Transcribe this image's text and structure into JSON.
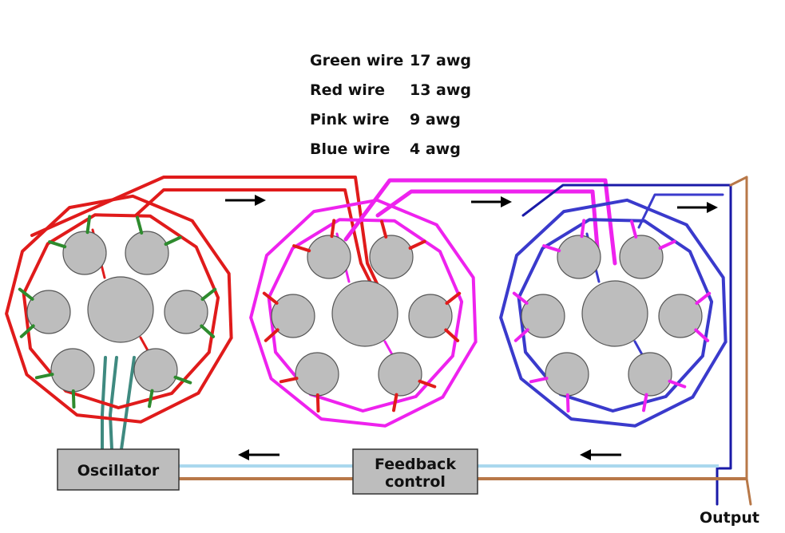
{
  "legend": [
    {
      "wire": "Green wire",
      "gauge": "17 awg",
      "color": "#2e8b2e"
    },
    {
      "wire": "Red wire",
      "gauge": "13 awg",
      "color": "#e01b1b"
    },
    {
      "wire": "Pink wire",
      "gauge": "9 awg",
      "color": "#ee22ee"
    },
    {
      "wire": "Blue wire",
      "gauge": "4 awg",
      "color": "#3a3acc"
    }
  ],
  "blocks": {
    "oscillator": "Oscillator",
    "feedback_line1": "Feedback",
    "feedback_line2": "control",
    "output": "Output"
  },
  "colors": {
    "green": "#2e8b2e",
    "red": "#e01b1b",
    "pink": "#ee22ee",
    "blue": "#3a3acc",
    "navy": "#1a1aa8",
    "teal": "#3f8a80",
    "lightblue": "#aad8ee",
    "brown": "#b87848",
    "coil": "#bdbdbd",
    "box": "#bdbdbd"
  }
}
